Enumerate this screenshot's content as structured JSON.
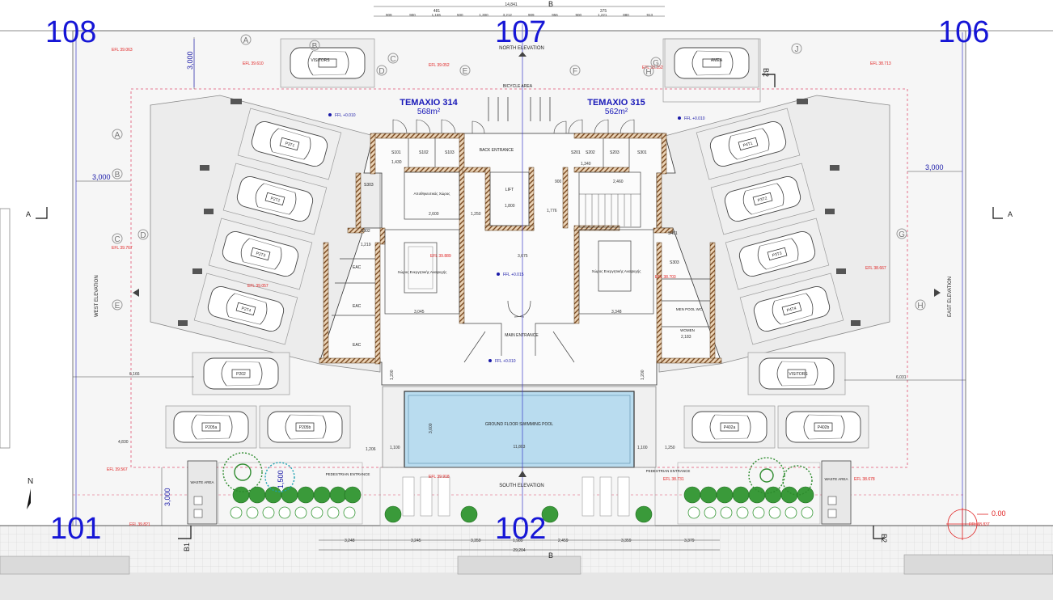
{
  "grid_labels": {
    "g108": "108",
    "g107": "107",
    "g106": "106",
    "g101": "101",
    "g102": "102"
  },
  "plots": {
    "p314": {
      "name": "TEMAXIO 314",
      "area": "568m²"
    },
    "p315": {
      "name": "TEMAXIO 315",
      "area": "562m²"
    }
  },
  "elevations": {
    "north": "NORTH ELEVATION",
    "south": "SOUTH ELEVATION",
    "west": "WEST ELEVATION",
    "east": "EAST ELEVATION"
  },
  "areas": {
    "bicycle": "BICYCLE AREA",
    "back_entrance": "BACK ENTRANCE",
    "main_entrance": "MAIN ENTRANCE",
    "lift": "LIFT",
    "storage_left": "Αποθηκευτικός Χώρος",
    "multi_left": "Χώρος Ενεργητικής Αναψυχής",
    "multi_right": "Χώρος Ενεργητικής Αναψυχής",
    "pool": "GROUND FLOOR SWIMMING POOL",
    "men_wc": "MEN POOL WC",
    "women": "WOMEN",
    "pedestrian_left": "PEDESTRIAN ENTRANCE",
    "pedestrian_right": "PEDESTRIAN ENTRANCE",
    "waste_left": "WASTE AREA",
    "waste_right": "WASTE AREA",
    "north": "N",
    "eac": "EAC"
  },
  "stores": {
    "s101": "S101",
    "s102": "S102",
    "s103": "S103",
    "s201": "S201",
    "s202": "S202",
    "s203": "S203",
    "s301": "S301",
    "s302": "S302",
    "s303": "S303",
    "s401": "S401",
    "s303b": "S303"
  },
  "parking": {
    "visitors_top": "VISITORS",
    "amea": "AMEA",
    "left": [
      "P3T1",
      "P2T2",
      "P2T3",
      "P2T4"
    ],
    "right": [
      "P4T1",
      "P3T2",
      "P3T3",
      "P4T4"
    ],
    "p202": "P202",
    "visitors_right": "VISITORS",
    "bottom_left": [
      "P205a",
      "P205b"
    ],
    "bottom_right": [
      "P402a",
      "P402b"
    ]
  },
  "ffl": {
    "f1": "FFL +0.010",
    "f2": "FFL +0.010",
    "f3": "FFL +0.015",
    "f4": "FFL +0.010"
  },
  "efl": {
    "e1": "EFL 39.063",
    "e2": "EFL 39.610",
    "e3": "EFL 39.052",
    "e4": "EFL 38.352",
    "e5": "EFL 38.713",
    "e6": "EFL 39.767",
    "e7": "EFL 39.057",
    "e8": "EFL 39.889",
    "e9": "EFL 38.667",
    "e10": "EFL 38.703",
    "e11": "EFL 39.567",
    "e12": "EFL 39.918",
    "e13": "EFL 38.731",
    "e14": "EFL 38.678",
    "e15": "EFL 39.821",
    "e16": "EFL 38.837",
    "zero": "0.00"
  },
  "dims": {
    "total_top": "14,841",
    "left_setback": "3,000",
    "right_setback": "3,000",
    "top_setback": "3,000",
    "bottom_setback": "3,000",
    "total_bottom": "29,204",
    "pool_width": "11,803",
    "pool_depth": "3,600",
    "left_road": "6,166",
    "right_road": "6,031",
    "d_4830": "4,830",
    "d_1430": "1,430",
    "d_2600": "2,600",
    "d_1250": "1,250",
    "d_1776": "1,776",
    "d_1340": "1,340",
    "d_2460": "2,460",
    "d_3675": "3,675",
    "d_3045": "3,045",
    "d_3348": "3,348",
    "d_1219": "1,219",
    "d_1100": "1,100",
    "d_1100b": "1,100",
    "d_1206": "1,206",
    "d_1250b": "1,250",
    "d_1200": "1,200",
    "d_1200b": "1,200",
    "d_1800": "1,800",
    "d_900": "900",
    "d_2183": "2,183",
    "d_1500": "1,500",
    "b_3248": "3,248",
    "b_3245": "3,245",
    "b_3359": "3,359",
    "b_1989": "1,989",
    "b_2459": "2,459",
    "b_3359b": "3,359",
    "b_3379": "3,379",
    "top_chain": [
      "909",
      "900",
      "1,165",
      "500",
      "1,300",
      "3,212",
      "909",
      "956",
      "900",
      "1,221",
      "880",
      "913"
    ],
    "top_sub1": "481",
    "top_sub2": "375"
  },
  "sections": {
    "a_left": "A",
    "a_right": "A",
    "b1_top": "B",
    "b2_top": "B2",
    "b1_bottom": "B1",
    "b2_bottom": "B2",
    "b_bottom": "B"
  },
  "axes": {
    "a1": "A",
    "b1": "B",
    "c1": "C",
    "d1": "D",
    "e1": "E",
    "f1": "F",
    "g1": "G",
    "h1": "H",
    "j1": "J",
    "a2": "A",
    "b2": "B",
    "c2": "C",
    "d2": "D",
    "e2": "E",
    "g2": "G",
    "h2": "H"
  },
  "colors": {
    "grid_blue": "#1616d6",
    "efl_red": "#e02020",
    "pool": "#b9dcef",
    "wall": "#c08a55",
    "tree": "#3a9a3a",
    "site_line": "#d8345a"
  }
}
